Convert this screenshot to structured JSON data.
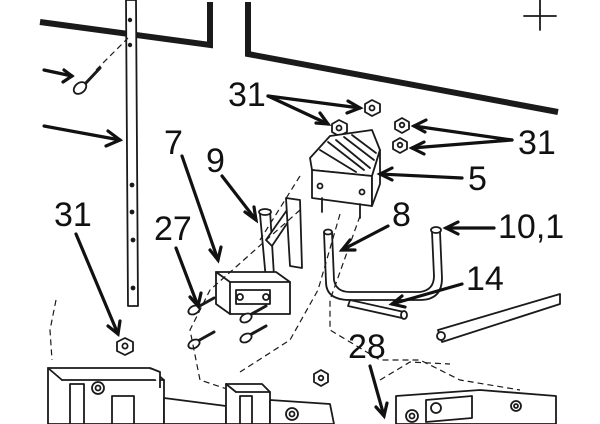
{
  "callouts": {
    "c31_top": "31",
    "c31_right": "31",
    "c31_left": "31",
    "c7": "7",
    "c9": "9",
    "c5": "5",
    "c8": "8",
    "c10": "10,1",
    "c27": "27",
    "c14": "14",
    "c28": "28"
  },
  "colors": {
    "ink": "#1a1a1a",
    "paper": "#ffffff"
  }
}
